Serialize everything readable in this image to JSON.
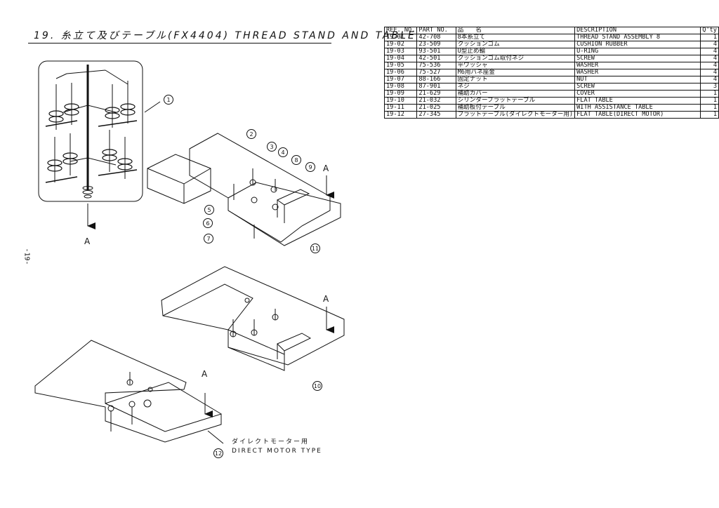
{
  "title": "19. 糸立て及びテーブル(FX4404)  THREAD STAND AND TABLE",
  "page_number": "-19-",
  "table": {
    "headers": {
      "ref": "REF. NO.",
      "part": "PART NO.",
      "name": "品　　名",
      "desc": "DESCRIPTION",
      "qty": "Q'ty"
    },
    "rows": [
      {
        "ref": "19-01",
        "part": "42-708",
        "name": "8本糸立て",
        "desc": "THREAD STAND ASSEMBLY 8",
        "qty": "1"
      },
      {
        "ref": "19-02",
        "part": "23-509",
        "name": "クッションゴム",
        "desc": "CUSHION RUBBER",
        "qty": "4"
      },
      {
        "ref": "19-03",
        "part": "93-501",
        "name": "U型止め輪",
        "desc": "U-RING",
        "qty": "4"
      },
      {
        "ref": "19-04",
        "part": "42-501",
        "name": "クッションゴム取付ネジ",
        "desc": "SCREW",
        "qty": "4"
      },
      {
        "ref": "19-05",
        "part": "75-536",
        "name": "平ワッシャ",
        "desc": "WASHER",
        "qty": "4"
      },
      {
        "ref": "19-06",
        "part": "75-527",
        "name": "M6用バネ座金",
        "desc": "WASHER",
        "qty": "4"
      },
      {
        "ref": "19-07",
        "part": "88-166",
        "name": "固定ナット",
        "desc": "NUT",
        "qty": "4"
      },
      {
        "ref": "19-08",
        "part": "87-901",
        "name": "ネジ",
        "desc": "SCREW",
        "qty": "3"
      },
      {
        "ref": "19-09",
        "part": "21-629",
        "name": "補助カバー",
        "desc": "COVER",
        "qty": "1"
      },
      {
        "ref": "19-10",
        "part": "21-032",
        "name": "シリンダーフラットテーブル",
        "desc": "FLAT TABLE",
        "qty": "1"
      },
      {
        "ref": "19-11",
        "part": "21-025",
        "name": "補助板付テーブル",
        "desc": "WITH ASSISTANCE TABLE",
        "qty": "1"
      },
      {
        "ref": "19-12",
        "part": "27-345",
        "name": "フラットテーブル(ダイレクトモーター用)",
        "desc": "FLAT TABLE(DIRECT MOTOR)",
        "qty": "1"
      }
    ]
  },
  "diagram": {
    "callouts": [
      "1",
      "2",
      "3",
      "4",
      "5",
      "6",
      "7",
      "8",
      "9",
      "10",
      "11",
      "12"
    ],
    "view_marker": "A",
    "note_jp": "ダイレクトモーター用",
    "note_en": "DIRECT MOTOR TYPE"
  }
}
